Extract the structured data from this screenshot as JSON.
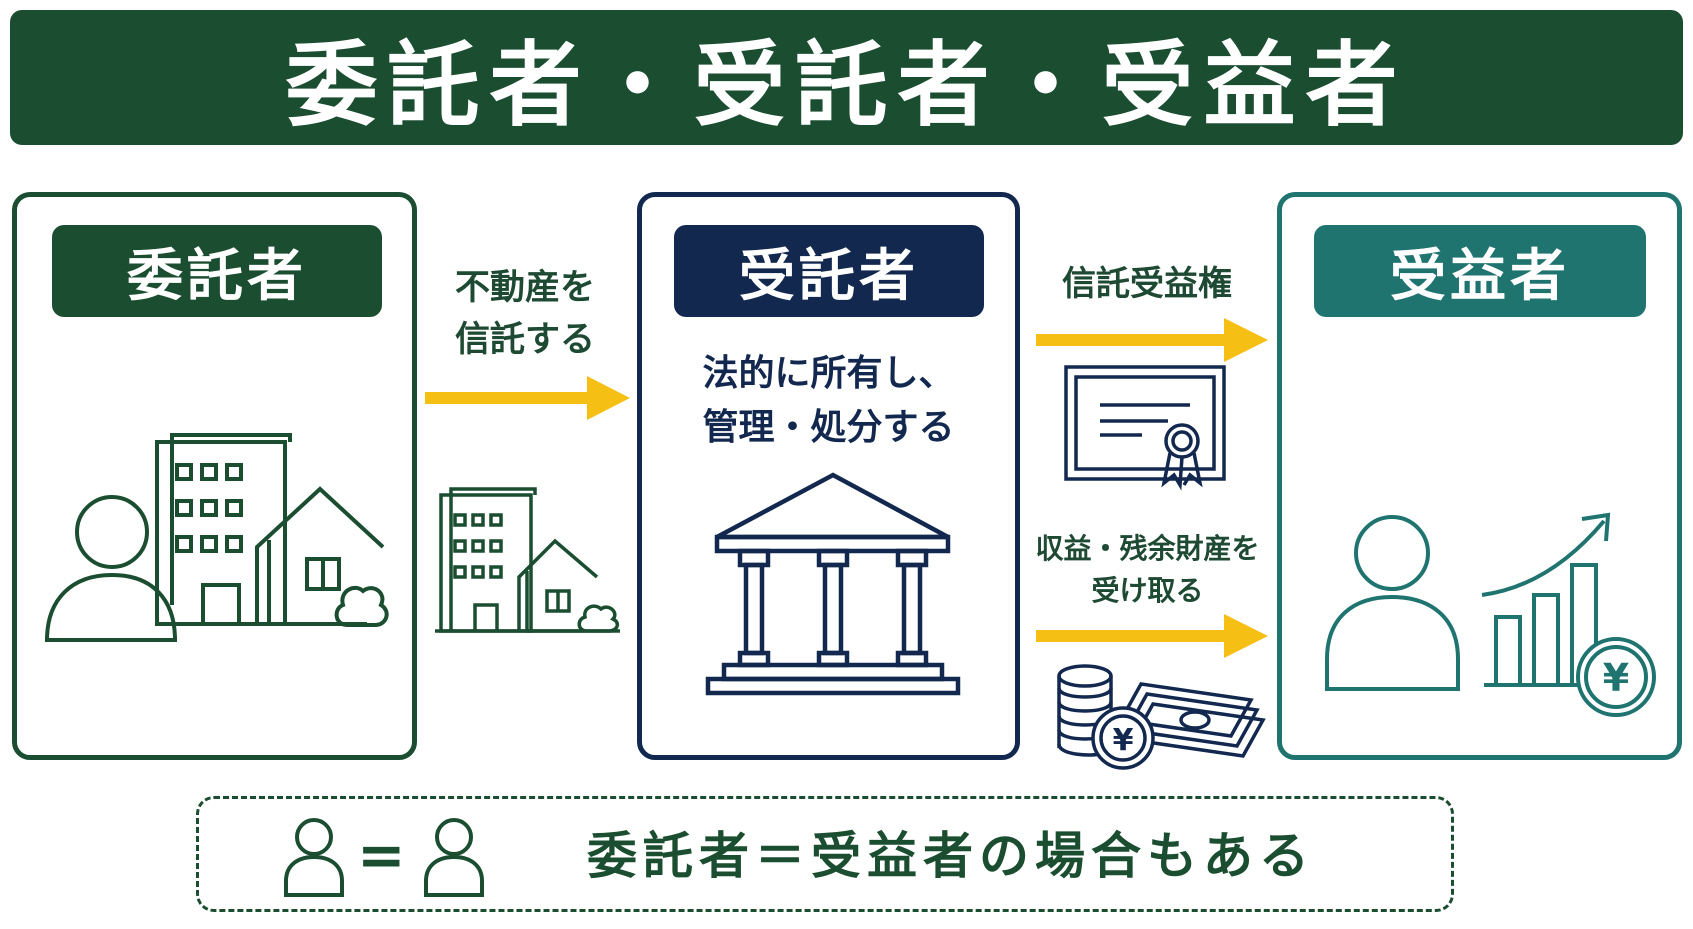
{
  "title": "委託者・受託者・受益者",
  "roles": {
    "settlor": {
      "label": "委託者"
    },
    "trustee": {
      "label": "受託者",
      "description_line1": "法的に所有し、",
      "description_line2": "管理・処分する"
    },
    "beneficiary": {
      "label": "受益者"
    }
  },
  "flows": {
    "entrust": {
      "line1": "不動産を",
      "line2": "信託する"
    },
    "trust_right": {
      "line1": "信託受益権"
    },
    "income": {
      "line1": "収益・残余財産を",
      "line2": "受け取る"
    }
  },
  "icons": {
    "currency_symbol": "¥"
  },
  "footer": {
    "equals_symbol": "=",
    "note": "委託者＝受益者の場合もある"
  },
  "colors": {
    "settlor_green": "#1b4d31",
    "trustee_navy": "#13284f",
    "beneficiary_teal": "#1f7470",
    "arrow_yellow": "#f5c013"
  }
}
